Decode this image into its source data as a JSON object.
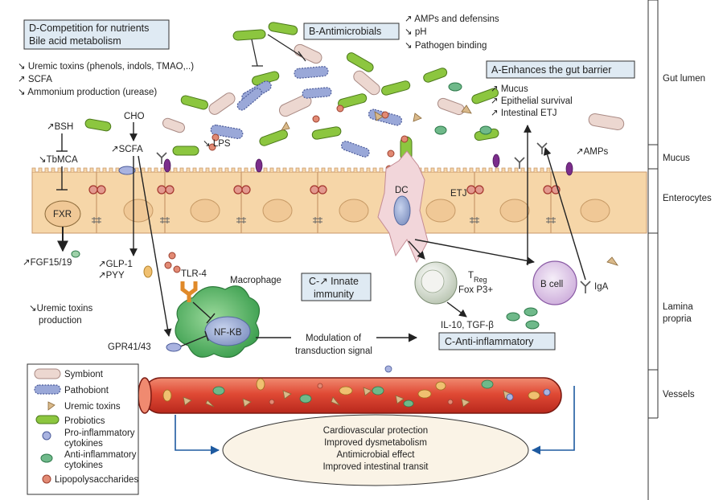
{
  "boxes": {
    "d_line1": "D-Competition for nutrients",
    "d_line2": "Bile acid metabolism",
    "b_title": "B-Antimicrobials",
    "a_title": "A-Enhances the gut barrier",
    "c_innate_line1": "C-↗ Innate",
    "c_innate_line2": "immunity",
    "c_anti": "C-Anti-inflammatory"
  },
  "d_effects": [
    "↘ Uremic toxins (phenols, indols, TMAO,..)",
    "↗ SCFA",
    "↘ Ammonium production (urease)"
  ],
  "b_effects": [
    "↗ AMPs and defensins",
    "↘ pH",
    "↘ Pathogen binding"
  ],
  "a_effects": [
    "↗ Mucus",
    "↗ Epithelial survival",
    "↗ Intestinal ETJ"
  ],
  "labels": {
    "bsh": "↗BSH",
    "tbmca": "↘TbMCA",
    "fxr": "FXR",
    "fgf": "↗FGF15/19",
    "cho": "CHO",
    "scfa": "↗SCFA",
    "lps": "↘ LPS",
    "glp1": "↗GLP-1",
    "pyy": "↗PYY",
    "uremic_prod_1": "↘Uremic toxins",
    "uremic_prod_2": "production",
    "tlr4": "TLR-4",
    "macrophage": "Macrophage",
    "nfkb": "NF-KB",
    "gpr": "GPR41/43",
    "modulation_1": "Modulation of",
    "modulation_2": "transduction signal",
    "dc": "DC",
    "etj": "ETJ",
    "treg_t": "T",
    "treg_sub": "Reg",
    "foxp3": "Fox P3+",
    "il10": "IL-10, TGF-β",
    "bcell": "B cell",
    "iga": "IgA",
    "amps": "↗AMPs"
  },
  "regions": [
    "Gut lumen",
    "Mucus",
    "Enterocytes",
    "Lamina propria",
    "Vessels"
  ],
  "legend": [
    {
      "label": "Symbiont",
      "icon": "symbiont-icon"
    },
    {
      "label": "Pathobiont",
      "icon": "pathobiont-icon"
    },
    {
      "label": "Uremic toxins",
      "icon": "uremic-toxin-icon"
    },
    {
      "label": "Probiotics",
      "icon": "probiotic-icon"
    },
    {
      "label": "Pro-inflammatory",
      "label2": "cytokines",
      "icon": "pro-inflammatory-cytokine-icon"
    },
    {
      "label": "Anti-inflammatory",
      "label2": "cytokines",
      "icon": "anti-inflammatory-cytokine-icon"
    },
    {
      "label": "Lipopolysaccharides",
      "icon": "lps-icon"
    }
  ],
  "outcomes": [
    "Cardiovascular protection",
    "Improved dysmetabolism",
    "Antimicrobial effect",
    "Improved intestinal transit"
  ],
  "colors": {
    "probiotic": "#8cc63f",
    "symbiont": "#e8cfc8",
    "pathobiont": "#9aa8d8",
    "uremic": "#d9b98a",
    "pro_cytokine": "#a9b3e0",
    "anti_cytokine": "#6fb98a",
    "lps": "#d9826e",
    "enterocyte": "#f6d6a8",
    "mucus_marker": "#7b2d8b",
    "vessel": "#d9372a",
    "macrophage": "#4cae5a",
    "box_fill": "#dfeaf3"
  }
}
